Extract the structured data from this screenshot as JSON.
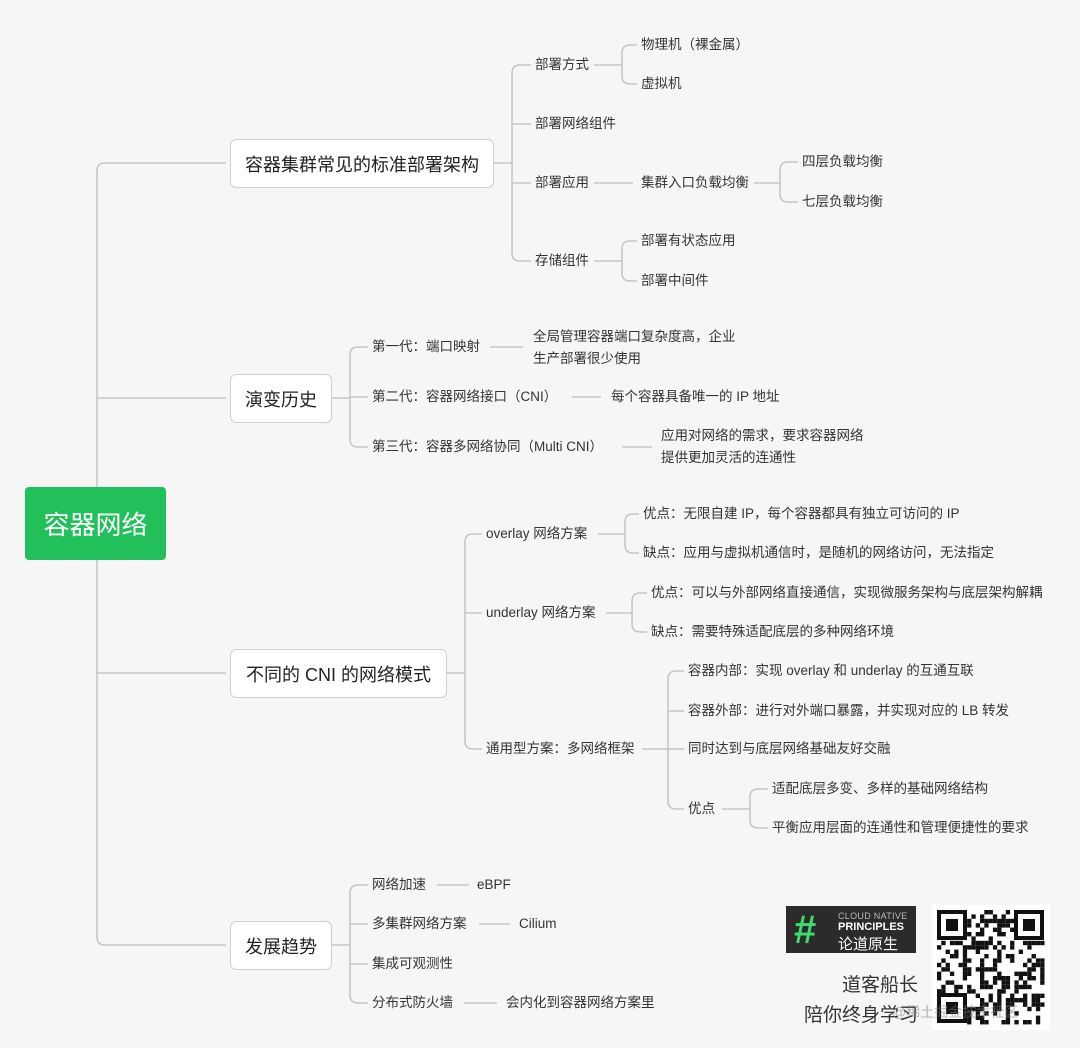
{
  "root": "容器网络",
  "colors": {
    "root": "#22c05b",
    "line": "#bdbdbd",
    "text": "#333333"
  },
  "b1": {
    "label": "容器集群常见的标准部署架构",
    "items": [
      {
        "label": "部署方式",
        "children": [
          "物理机（裸金属）",
          "虚拟机"
        ]
      },
      {
        "label": "部署网络组件"
      },
      {
        "label": "部署应用",
        "child": "集群入口负载均衡",
        "grandchildren": [
          "四层负载均衡",
          "七层负载均衡"
        ]
      },
      {
        "label": "存储组件",
        "children": [
          "部署有状态应用",
          "部署中间件"
        ]
      }
    ]
  },
  "b2": {
    "label": "演变历史",
    "items": [
      {
        "label": "第一代：端口映射",
        "note": [
          "全局管理容器端口复杂度高，企业",
          "生产部署很少使用"
        ]
      },
      {
        "label": "第二代：容器网络接口（CNI）",
        "note": [
          "每个容器具备唯一的 IP 地址"
        ]
      },
      {
        "label": "第三代：容器多网络协同（Multi CNI）",
        "note": [
          "应用对网络的需求，要求容器网络",
          "提供更加灵活的连通性"
        ]
      }
    ]
  },
  "b3": {
    "label": "不同的 CNI 的网络模式",
    "items": [
      {
        "label": "overlay 网络方案",
        "children": [
          "优点：无限自建 IP，每个容器都具有独立可访问的 IP",
          "缺点：应用与虚拟机通信时，是随机的网络访问，无法指定"
        ]
      },
      {
        "label": "underlay 网络方案",
        "children": [
          "优点：可以与外部网络直接通信，实现微服务架构与底层架构解耦",
          "缺点：需要特殊适配底层的多种网络环境"
        ]
      },
      {
        "label": "通用型方案：多网络框架",
        "children": [
          "容器内部：实现 overlay 和 underlay 的互通互联",
          "容器外部：进行对外端口暴露，并实现对应的 LB 转发",
          "同时达到与底层网络基础友好交融",
          "优点"
        ],
        "advantages": [
          "适配底层多变、多样的基础网络结构",
          "平衡应用层面的连通性和管理便捷性的要求"
        ]
      }
    ]
  },
  "b4": {
    "label": "发展趋势",
    "items": [
      {
        "label": "网络加速",
        "note": "eBPF"
      },
      {
        "label": "多集群网络方案",
        "note": "Cilium"
      },
      {
        "label": "集成可观测性"
      },
      {
        "label": "分布式防火墙",
        "note": "会内化到容器网络方案里"
      }
    ]
  },
  "branding": {
    "logo_line1": "CLOUD NATIVE",
    "logo_line2": "PRINCIPLES",
    "logo_line3": "论道原生",
    "signature1": "道客船长",
    "signature2": "陪你终身学习",
    "watermark": "@稀土掘金技术社区"
  }
}
